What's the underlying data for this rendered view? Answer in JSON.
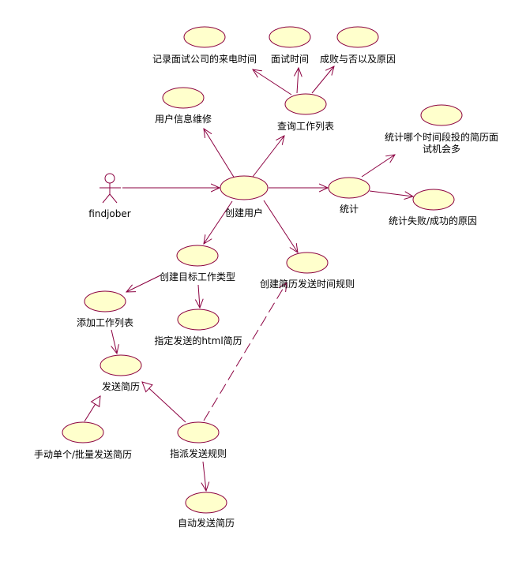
{
  "actor": {
    "name": "findjober"
  },
  "use_cases": {
    "create_user": "创建用户",
    "user_info_maintenance": "用户信息维修",
    "query_job_list": "查询工作列表",
    "record_call_time": "记录面试公司的来电时间",
    "interview_time": "面试时间",
    "success_or_not_reason": "成败与否以及原因",
    "statistics": "统计",
    "stats_time_period_line1": "统计哪个时间段投的简历面",
    "stats_time_period_line2": "试机会多",
    "stats_fail_success_reason": "统计失败/成功的原因",
    "create_target_job_type": "创建目标工作类型",
    "create_resume_send_rule": "创建简历发送时间规则",
    "add_job_list": "添加工作列表",
    "specify_html_resume": "指定发送的html简历",
    "send_resume": "发送简历",
    "manual_send": "手动单个/批量发送简历",
    "assign_send_rule": "指派发送规则",
    "auto_send": "自动发送简历"
  }
}
